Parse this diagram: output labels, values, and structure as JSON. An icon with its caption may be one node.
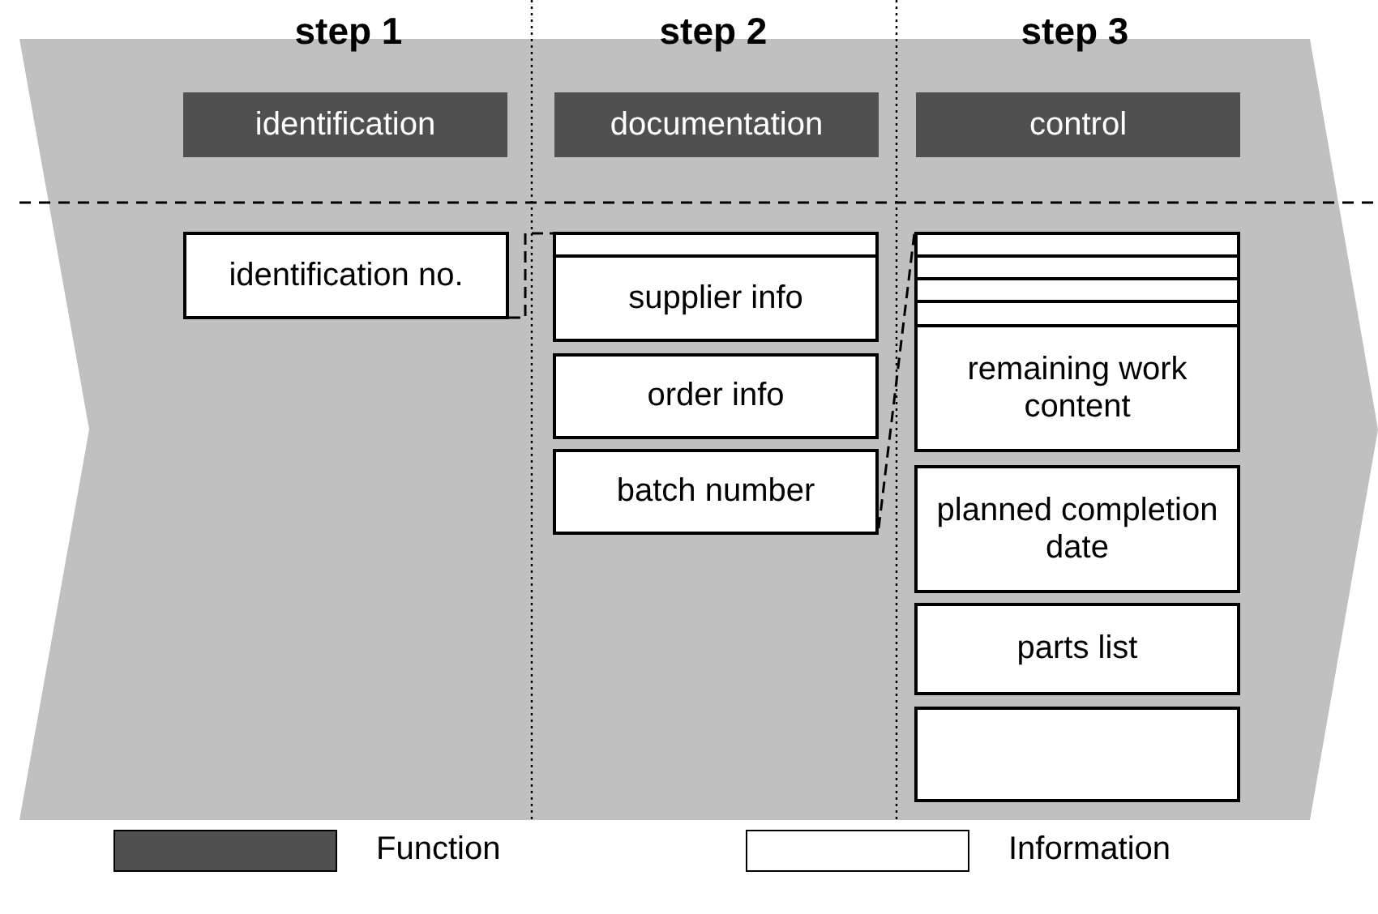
{
  "diagram": {
    "nodes": [
      {
        "text": [
          "identification"
        ]
      },
      {
        "text": [
          "documentation"
        ]
      },
      {
        "text": [
          "control"
        ]
      },
      {
        "text": [
          "identification no."
        ]
      },
      {
        "text": [],
        "shape": "box"
      },
      {
        "text": [
          "supplier info"
        ]
      },
      {
        "text": [
          "order info"
        ]
      },
      {
        "text": [
          "batch number"
        ]
      },
      {
        "text": [],
        "shape": "box"
      },
      {
        "text": [],
        "shape": "box"
      },
      {
        "text": [],
        "shape": "box"
      },
      {
        "text": [],
        "shape": "box"
      },
      {
        "text": [
          "remaining work content"
        ]
      },
      {
        "text": [
          "planned completion date"
        ]
      },
      {
        "text": [
          "parts list"
        ]
      },
      {
        "text": [],
        "shape": "box"
      }
    ],
    "edges": [
      {
        "from": 3,
        "to": 4,
        "arrow": "none",
        "style": "dashed"
      },
      {
        "from": 7,
        "to": 8,
        "arrow": "none",
        "style": "dashed"
      }
    ],
    "labels": [
      "step 1",
      "step 2",
      "step 3"
    ],
    "legend": [
      {
        "text": "Function",
        "color": "#505050"
      },
      {
        "text": "Information",
        "color": "#ffffff"
      }
    ]
  }
}
